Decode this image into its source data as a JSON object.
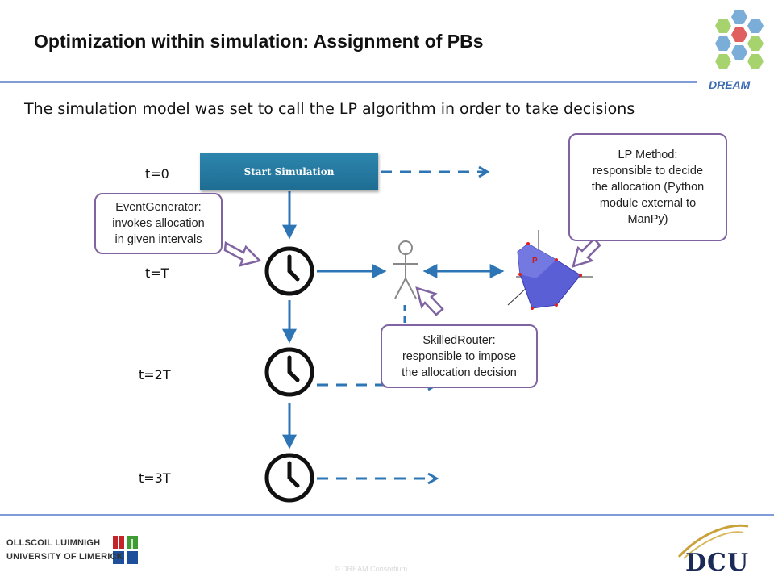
{
  "slide": {
    "title": "Optimization within simulation: Assignment of PBs",
    "subtitle": "The simulation model was set to call the LP algorithm in order to take decisions",
    "copyright": "© DREAM Consortium"
  },
  "diagram": {
    "start_button": "Start Simulation",
    "time_labels": [
      "t=0",
      "t=T",
      "t=2T",
      "t=3T"
    ],
    "callouts": {
      "event_generator": [
        "EventGenerator:",
        "invokes allocation",
        "in given intervals"
      ],
      "lp_method": [
        "LP Method:",
        "responsible to decide",
        "the allocation (Python",
        "module external to",
        "ManPy)"
      ],
      "skilled_router": [
        "SkilledRouter:",
        "responsible to impose",
        "the allocation decision"
      ]
    },
    "polytope_label": "P"
  },
  "logos": {
    "dream": "DREAM",
    "limerick_line1": "OLLSCOIL LUIMNIGH",
    "limerick_line2": "UNIVERSITY OF LIMERICK",
    "dcu": "DCU"
  },
  "colors": {
    "accent_rule": "#7f9cd6",
    "arrow_blue": "#2e75b6",
    "callout_border": "#8064a2",
    "start_button": "#2d86ae",
    "polytope_fill": "#5b5fd6"
  },
  "icons": [
    "clock-icon",
    "person-icon",
    "polytope-icon",
    "dream-hexagon-logo",
    "limerick-logo",
    "dcu-logo"
  ]
}
